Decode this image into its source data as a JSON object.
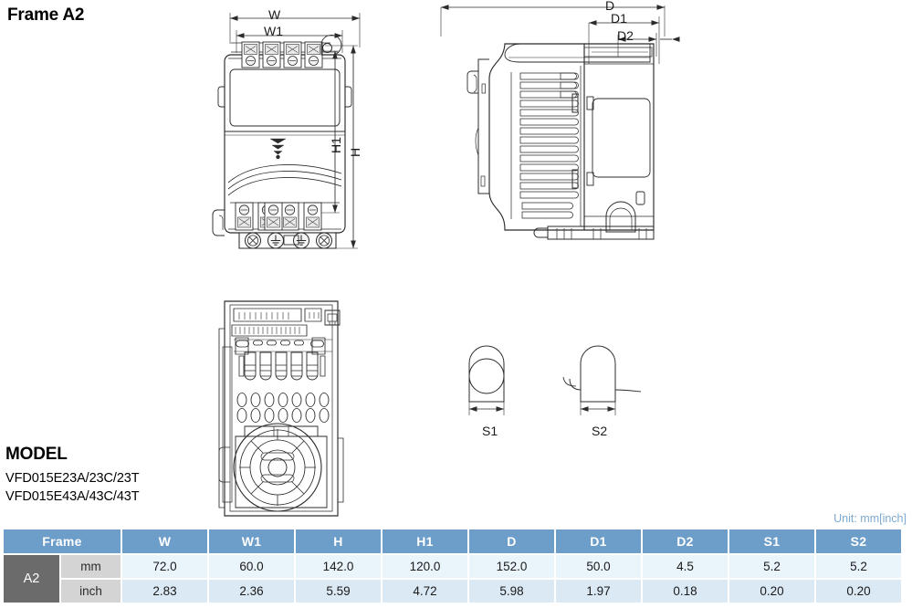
{
  "title": "Frame A2",
  "model": {
    "heading": "MODEL",
    "lines": [
      "VFD015E23A/23C/23T",
      "VFD015E43A/43C/43T"
    ]
  },
  "unit_note": "Unit: mm[inch]",
  "dimension_labels": {
    "W": "W",
    "W1": "W1",
    "H": "H",
    "H1": "H1",
    "D": "D",
    "D1": "D1",
    "D2": "D2",
    "S1": "S1",
    "S2": "S2"
  },
  "views": {
    "front": "front-view-drawing",
    "side": "side-view-drawing",
    "rear": "rear-view-drawing",
    "hole_s1": "screw-hole-s1-detail",
    "hole_s2": "screw-hole-s2-detail"
  },
  "table": {
    "headers": [
      "Frame",
      "W",
      "W1",
      "H",
      "H1",
      "D",
      "D1",
      "D2",
      "S1",
      "S2"
    ],
    "frame": "A2",
    "units": [
      "mm",
      "inch"
    ],
    "rows": {
      "mm": [
        "72.0",
        "60.0",
        "142.0",
        "120.0",
        "152.0",
        "50.0",
        "4.5",
        "5.2",
        "5.2"
      ],
      "inch": [
        "2.83",
        "2.36",
        "5.59",
        "4.72",
        "5.98",
        "1.97",
        "0.18",
        "0.20",
        "0.20"
      ]
    }
  },
  "colors": {
    "header_blue": "#6d9dc9",
    "frame_gray": "#6b6b6b",
    "unit_gray": "#d4d4d4",
    "mm_row": "#e9f4fb",
    "inch_row": "#dbe9f5",
    "unit_note_blue": "#7fa9cf",
    "line": "#2b2b2b"
  }
}
